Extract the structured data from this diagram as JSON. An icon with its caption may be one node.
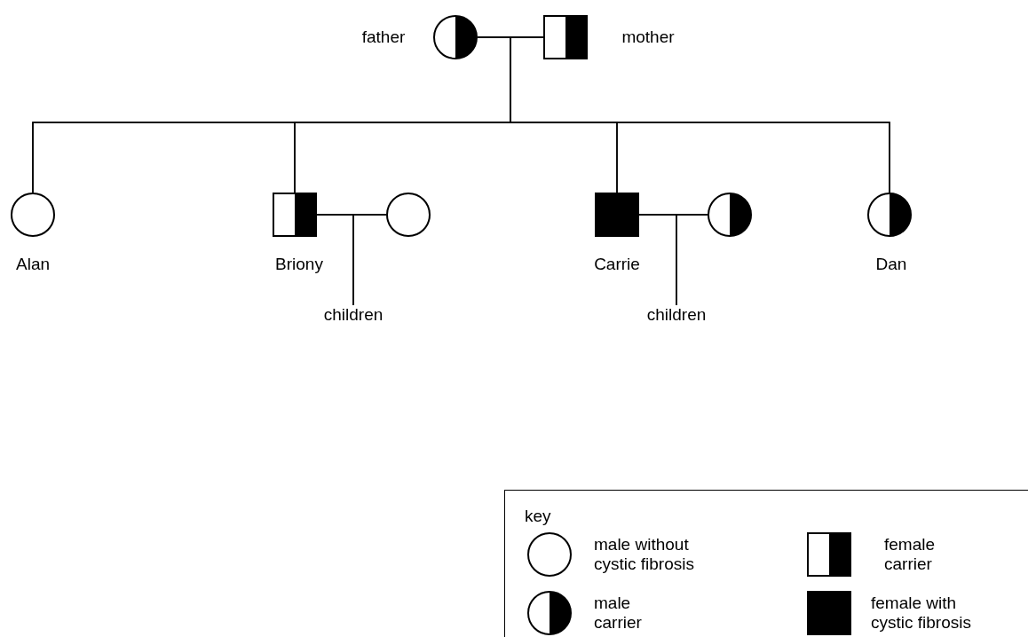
{
  "diagram": {
    "nodes": [
      {
        "text": [],
        "shape": "circle",
        "beside": [
          "father"
        ]
      },
      {
        "text": [],
        "shape": "box",
        "beside": [
          "mother"
        ]
      },
      {
        "text": [],
        "shape": "circle",
        "beside": [
          "Alan"
        ]
      },
      {
        "text": [],
        "shape": "box",
        "beside": [
          "Briony"
        ]
      },
      {
        "text": [],
        "shape": "circle"
      },
      {
        "text": [],
        "shape": "box",
        "beside": [
          "Carrie"
        ]
      },
      {
        "text": [],
        "shape": "circle"
      },
      {
        "text": [],
        "shape": "circle",
        "beside": [
          "Dan"
        ]
      },
      {
        "text": [
          "children"
        ]
      },
      {
        "text": [
          "children"
        ]
      }
    ],
    "edges": [
      {
        "from": 0,
        "to": 1,
        "arrow": "none"
      },
      {
        "from": 0,
        "to": 2,
        "arrow": "none"
      },
      {
        "from": 1,
        "to": 2,
        "arrow": "none"
      },
      {
        "from": 0,
        "to": 3,
        "arrow": "none"
      },
      {
        "from": 1,
        "to": 3,
        "arrow": "none"
      },
      {
        "from": 0,
        "to": 5,
        "arrow": "none"
      },
      {
        "from": 1,
        "to": 5,
        "arrow": "none"
      },
      {
        "from": 0,
        "to": 7,
        "arrow": "none"
      },
      {
        "from": 1,
        "to": 7,
        "arrow": "none"
      },
      {
        "from": 3,
        "to": 4,
        "arrow": "none"
      },
      {
        "from": 3,
        "to": 8,
        "arrow": "none"
      },
      {
        "from": 4,
        "to": 8,
        "arrow": "none"
      },
      {
        "from": 5,
        "to": 6,
        "arrow": "none"
      },
      {
        "from": 5,
        "to": 9,
        "arrow": "none"
      },
      {
        "from": 6,
        "to": 9,
        "arrow": "none"
      }
    ],
    "labels": [
      "key"
    ],
    "legend": [
      {
        "text": "male without cystic fibrosis"
      },
      {
        "text": "female carrier"
      },
      {
        "text": "male carrier"
      },
      {
        "text": "female with cystic fibrosis"
      }
    ]
  }
}
